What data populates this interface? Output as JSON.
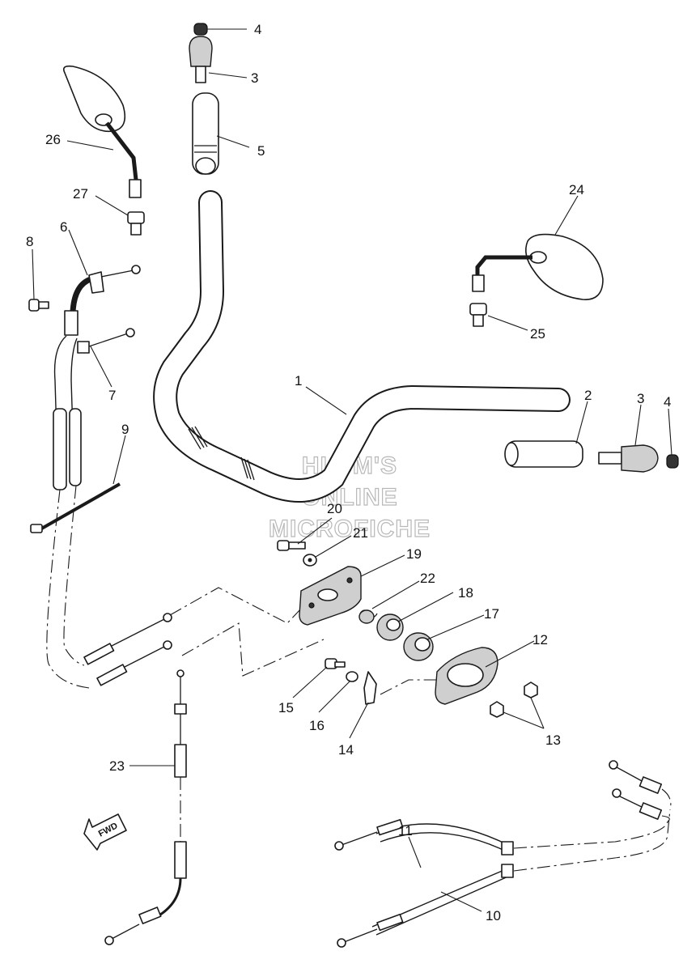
{
  "watermark": [
    "HLSM'S",
    "ONLINE",
    "MICROFICHE"
  ],
  "direction_arrow": "FWD",
  "callouts": {
    "c1": "1",
    "c2": "2",
    "c3a": "3",
    "c3b": "3",
    "c4a": "4",
    "c4b": "4",
    "c5": "5",
    "c6": "6",
    "c7": "7",
    "c8": "8",
    "c9": "9",
    "c10": "10",
    "c11": "11",
    "c12": "12",
    "c13": "13",
    "c14": "14",
    "c15": "15",
    "c16": "16",
    "c17": "17",
    "c18": "18",
    "c19": "19",
    "c20": "20",
    "c21": "21",
    "c22": "22",
    "c23": "23",
    "c24": "24",
    "c25": "25",
    "c26": "26",
    "c27": "27"
  }
}
